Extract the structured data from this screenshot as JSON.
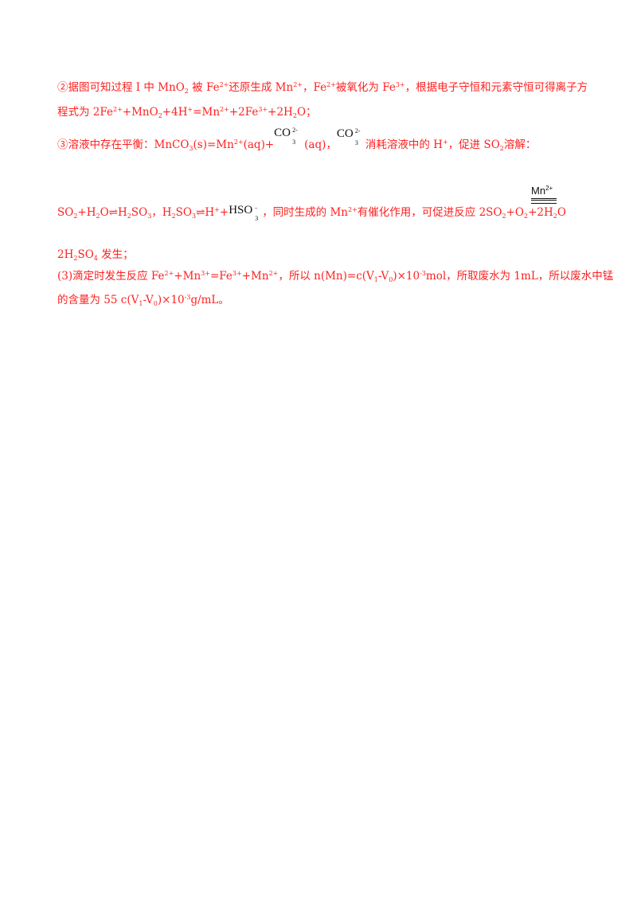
{
  "lines": {
    "l1": {
      "p1": "②据图可知过程 I 中 MnO",
      "p1_sub": "2",
      "p2": " 被 Fe",
      "p2_sup": "2+",
      "p3": "还原生成 Mn",
      "p3_sup": "2+",
      "p4": "，Fe",
      "p4_sup": "2+",
      "p5": "被氧化为 Fe",
      "p5_sup": "3+",
      "p6": "，根据电子守恒和元素守恒可得离子方"
    },
    "l2": {
      "p1": "程式为 2Fe",
      "p1_sup": "2+",
      "p2": "+MnO",
      "p2_sub": "2",
      "p3": "+4H",
      "p3_sup": "+",
      "p4": "=Mn",
      "p4_sup": "2+",
      "p5": "+2Fe",
      "p5_sup": "3+",
      "p6": "+2H",
      "p6_sub": "2",
      "p7": "O；"
    },
    "l3": {
      "p1": "③溶液中存在平衡：MnCO",
      "p1_sub": "3",
      "p2": "(s)=Mn",
      "p2_sup": "2+",
      "p3": "(aq)+",
      "ion1_main": "CO",
      "ion1_sup": "2-",
      "ion1_sub": "3",
      "p4": "(aq)，",
      "ion2_main": "CO",
      "ion2_sup": "2-",
      "ion2_sub": "3",
      "p5": "消耗溶液中的 H",
      "p5_sup": "+",
      "p6": "，促进 SO",
      "p6_sub": "2",
      "p7": "溶解："
    },
    "l4": {
      "p1": "SO",
      "p1_sub": "2",
      "p2": "+H",
      "p2_sub": "2",
      "p3": "O⇌H",
      "p3_sub": "2",
      "p4": "SO",
      "p4_sub": "3",
      "p5": "，H",
      "p5_sub": "2",
      "p6": "SO",
      "p6_sub": "3",
      "p7": "⇌H",
      "p7_sup": "+",
      "p8": "+",
      "ion_main": "HSO",
      "ion_sup": "-",
      "ion_sub": "3",
      "p9": "，同时生成的 Mn",
      "p9_sup": "2+",
      "p10": "有催化作用，可促进反应 2SO",
      "p10_sub": "2",
      "p11": "+O",
      "p11_sub": "2",
      "p12": "+2H",
      "p12_sub": "2",
      "p13": "O",
      "catalyst": "Mn",
      "catalyst_sup": "2+"
    },
    "l5": {
      "p1": "2H",
      "p1_sub": "2",
      "p2": "SO",
      "p2_sub": "4",
      "p3": " 发生；"
    },
    "l6": {
      "p1": "(3)滴定时发生反应 Fe",
      "p1_sup": "2+",
      "p2": "+Mn",
      "p2_sup": "3+",
      "p3": "=Fe",
      "p3_sup": "3+",
      "p4": "+Mn",
      "p4_sup": "2+",
      "p5": "，所以 n(Mn)=c(V",
      "p5_sub": "1",
      "p6": "-V",
      "p6_sub": "0",
      "p7": ")×10",
      "p7_sup": "-3",
      "p8": "mol，所取废水为 1mL，所以废水中锰"
    },
    "l7": {
      "p1": "的含量为 55 c(V",
      "p1_sub": "1",
      "p2": "-V",
      "p2_sub": "0",
      "p3": ")×10",
      "p3_sup": "-3",
      "p4": "g/mL。"
    }
  }
}
